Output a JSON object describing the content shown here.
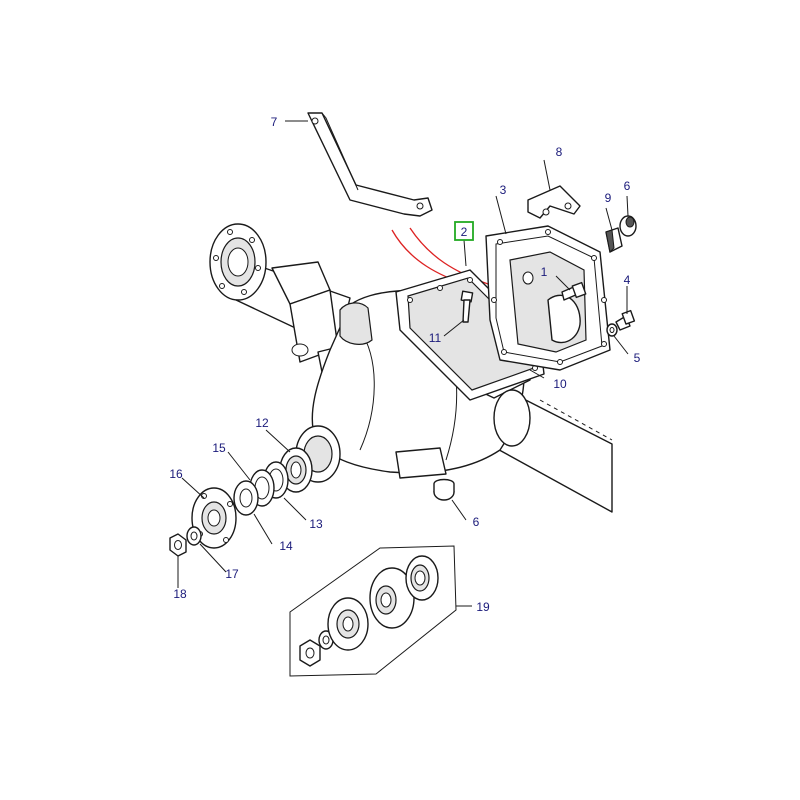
{
  "callouts": [
    {
      "id": "c1",
      "label": "1"
    },
    {
      "id": "c2",
      "label": "2",
      "highlighted": true
    },
    {
      "id": "c3",
      "label": "3"
    },
    {
      "id": "c4",
      "label": "4"
    },
    {
      "id": "c5",
      "label": "5"
    },
    {
      "id": "c6a",
      "label": "6"
    },
    {
      "id": "c6b",
      "label": "6"
    },
    {
      "id": "c7",
      "label": "7"
    },
    {
      "id": "c8",
      "label": "8"
    },
    {
      "id": "c9",
      "label": "9"
    },
    {
      "id": "c10",
      "label": "10"
    },
    {
      "id": "c11",
      "label": "11"
    },
    {
      "id": "c12",
      "label": "12"
    },
    {
      "id": "c13",
      "label": "13"
    },
    {
      "id": "c14",
      "label": "14"
    },
    {
      "id": "c15",
      "label": "15"
    },
    {
      "id": "c16",
      "label": "16"
    },
    {
      "id": "c17",
      "label": "17"
    },
    {
      "id": "c18",
      "label": "18"
    },
    {
      "id": "c19",
      "label": "19"
    }
  ],
  "colors": {
    "line": "#1a1a1a",
    "callout_text": "#1a1a7a",
    "highlight_box": "#22aa22",
    "indicator_lines": "#dd2222"
  }
}
